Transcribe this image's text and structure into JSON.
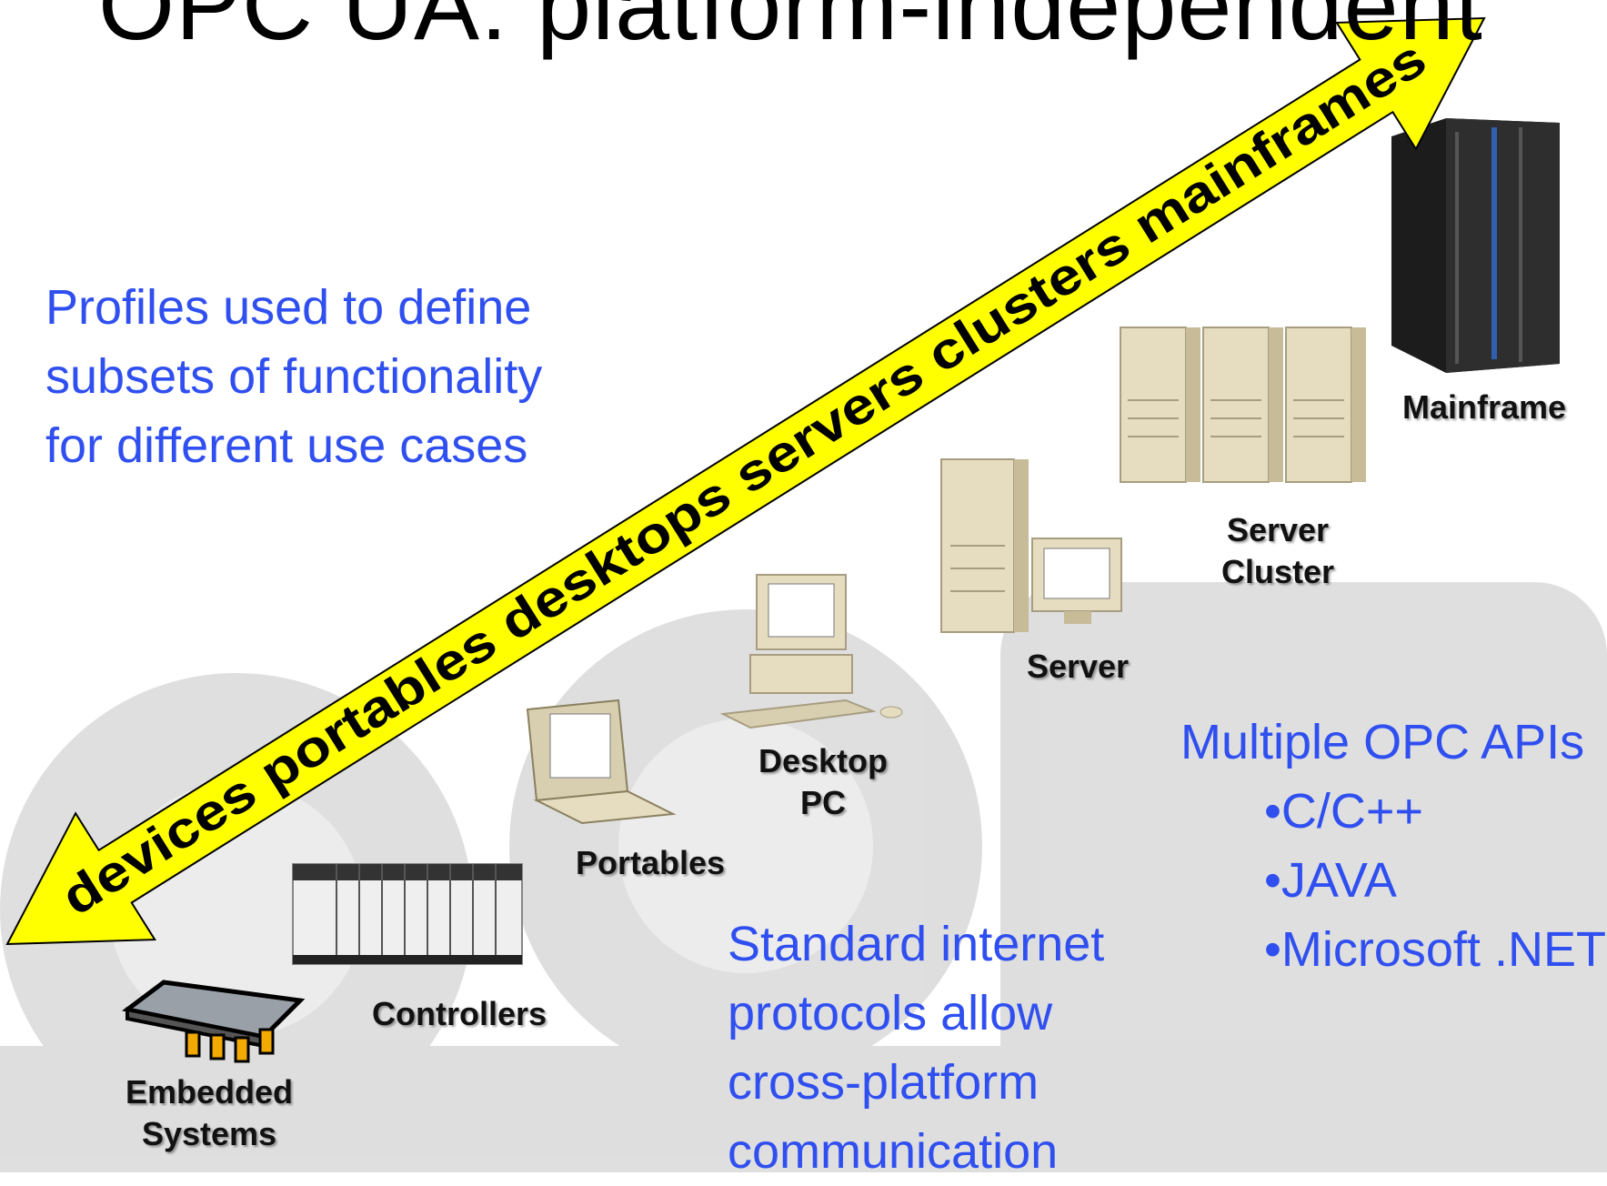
{
  "slide": {
    "title": "OPC UA: platform-independent"
  },
  "arrow": {
    "label": "devices  portables  desktops  servers  clusters  mainframes",
    "fill": "#ffff00",
    "stroke": "#000000"
  },
  "notes": {
    "profiles": "Profiles used to define\nsubsets of functionality\nfor different use cases",
    "protocols": "Standard internet\nprotocols allow\ncross-platform\ncommunication",
    "apis_heading": "Multiple OPC APIs",
    "apis": [
      "•C/C++",
      "•JAVA",
      "•Microsoft .NET"
    ]
  },
  "devices": {
    "embedded": "Embedded\nSystems",
    "controllers": "Controllers",
    "portables": "Portables",
    "desktop": "Desktop\nPC",
    "server": "Server",
    "server_cluster": "Server\nCluster",
    "mainframe": "Mainframe"
  },
  "colors": {
    "note_text": "#2f4ff0",
    "watermark": "#d9d9d9",
    "beige": "#e6dcc0"
  }
}
